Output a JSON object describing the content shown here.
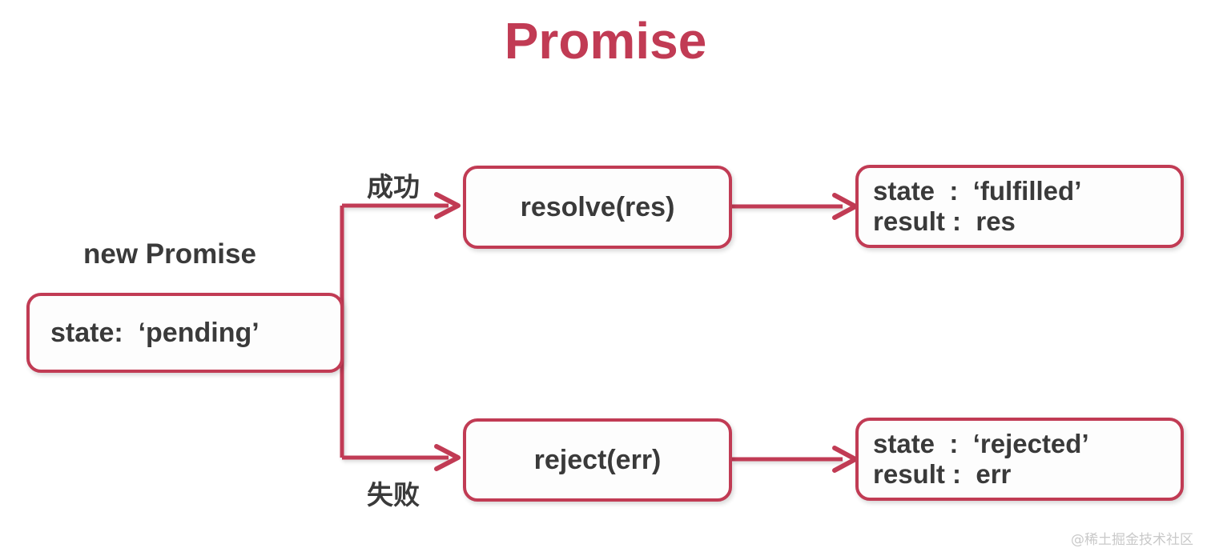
{
  "title": "Promise",
  "colors": {
    "accent": "#C13B54",
    "text": "#3A3A3A",
    "background": "#FFFFFF",
    "watermark": "#C9C9C9"
  },
  "diagram": {
    "start_label": "new Promise",
    "boxes": {
      "pending": {
        "line1": "state:  ‘pending’"
      },
      "resolve": {
        "line1": "resolve(res)"
      },
      "reject": {
        "line1": "reject(err)"
      },
      "fulfilled": {
        "line1": "state  :  ‘fulfilled’",
        "line2": "result :  res"
      },
      "rejected": {
        "line1": "state  :  ‘rejected’",
        "line2": "result :  err"
      }
    },
    "branch_labels": {
      "success": "成功",
      "failure": "失败"
    }
  },
  "watermark": "@稀土掘金技术社区"
}
